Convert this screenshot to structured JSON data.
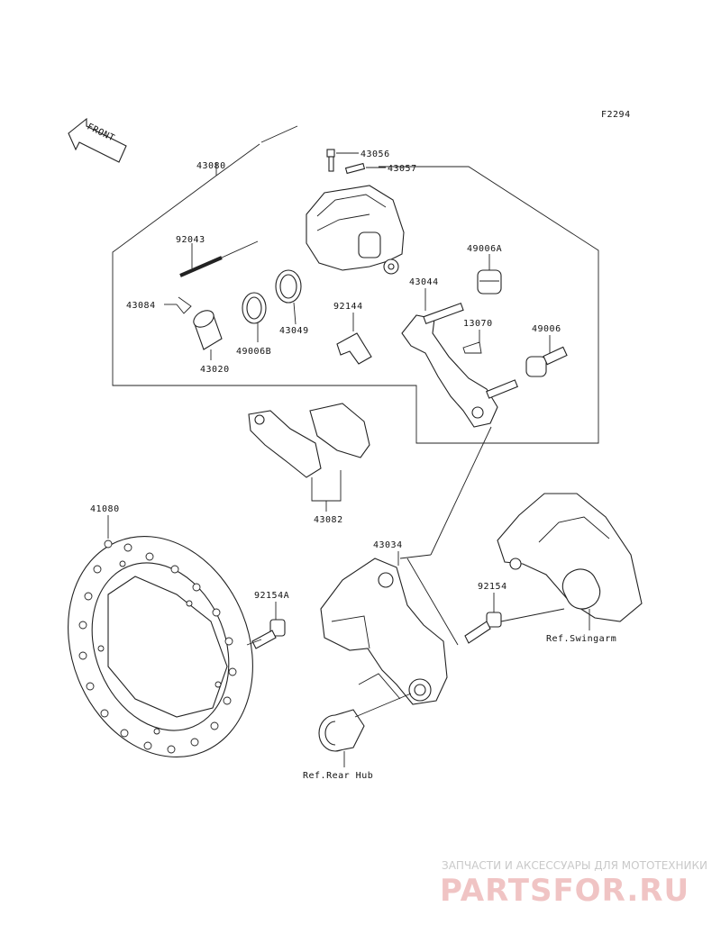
{
  "diagram": {
    "figure_code": "F2294",
    "front_marker": "FRONT",
    "part_numbers": {
      "p43080": "43080",
      "p43056": "43056",
      "p43057": "43057",
      "p92043": "92043",
      "p43084": "43084",
      "p43049": "43049",
      "p49006B": "49006B",
      "p43020": "43020",
      "p92144": "92144",
      "p43044": "43044",
      "p49006A": "49006A",
      "p13070": "13070",
      "p49006": "49006",
      "p43082": "43082",
      "p41080": "41080",
      "p92154A": "92154A",
      "p43034": "43034",
      "p92154": "92154"
    },
    "references": {
      "swingarm": "Ref.Swingarm",
      "rear_hub": "Ref.Rear Hub"
    }
  },
  "watermark": {
    "tagline": "ЗАПЧАСТИ И АКСЕССУАРЫ ДЛЯ МОТОТЕХНИКИ",
    "brand": "PARTSFOR.RU"
  }
}
